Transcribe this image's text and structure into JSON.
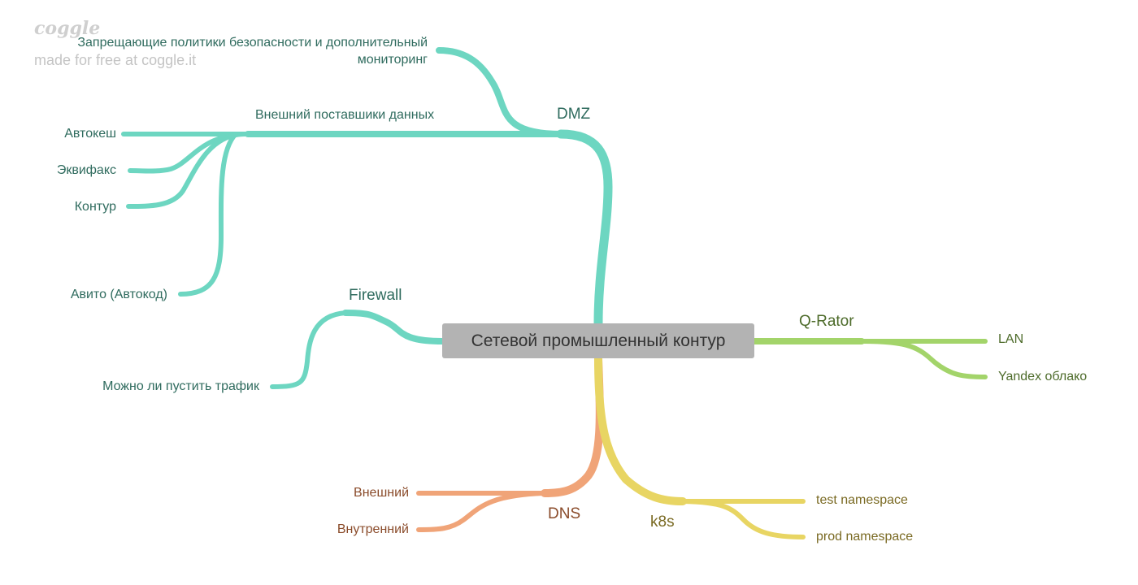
{
  "watermark": {
    "logo": "coggle",
    "text": "made for free at coggle.it"
  },
  "root": {
    "label": "Сетевой промышленный контур"
  },
  "colors": {
    "teal": "#6dd6c1",
    "green": "#a3d46a",
    "orange": "#f0a478",
    "yellow": "#e8d563",
    "root_bg": "#b3b3b3"
  },
  "branches": {
    "dmz": {
      "label": "DMZ",
      "children": {
        "policies": "Запрещающие политики безопасности и дополнительный мониторинг",
        "providers": "Внешний поставшики данных"
      },
      "providers_children": [
        "Автокеш",
        "Эквифакс",
        "Контур",
        "Авито (Автокод)"
      ]
    },
    "firewall": {
      "label": "Firewall",
      "children": [
        "Можно ли пустить трафик"
      ]
    },
    "qrator": {
      "label": "Q-Rator",
      "children": [
        "LAN",
        "Yandex облако"
      ]
    },
    "dns": {
      "label": "DNS",
      "children": [
        "Внешний",
        "Внутренний"
      ]
    },
    "k8s": {
      "label": "k8s",
      "children": [
        "test namespace",
        "prod namespace"
      ]
    }
  }
}
